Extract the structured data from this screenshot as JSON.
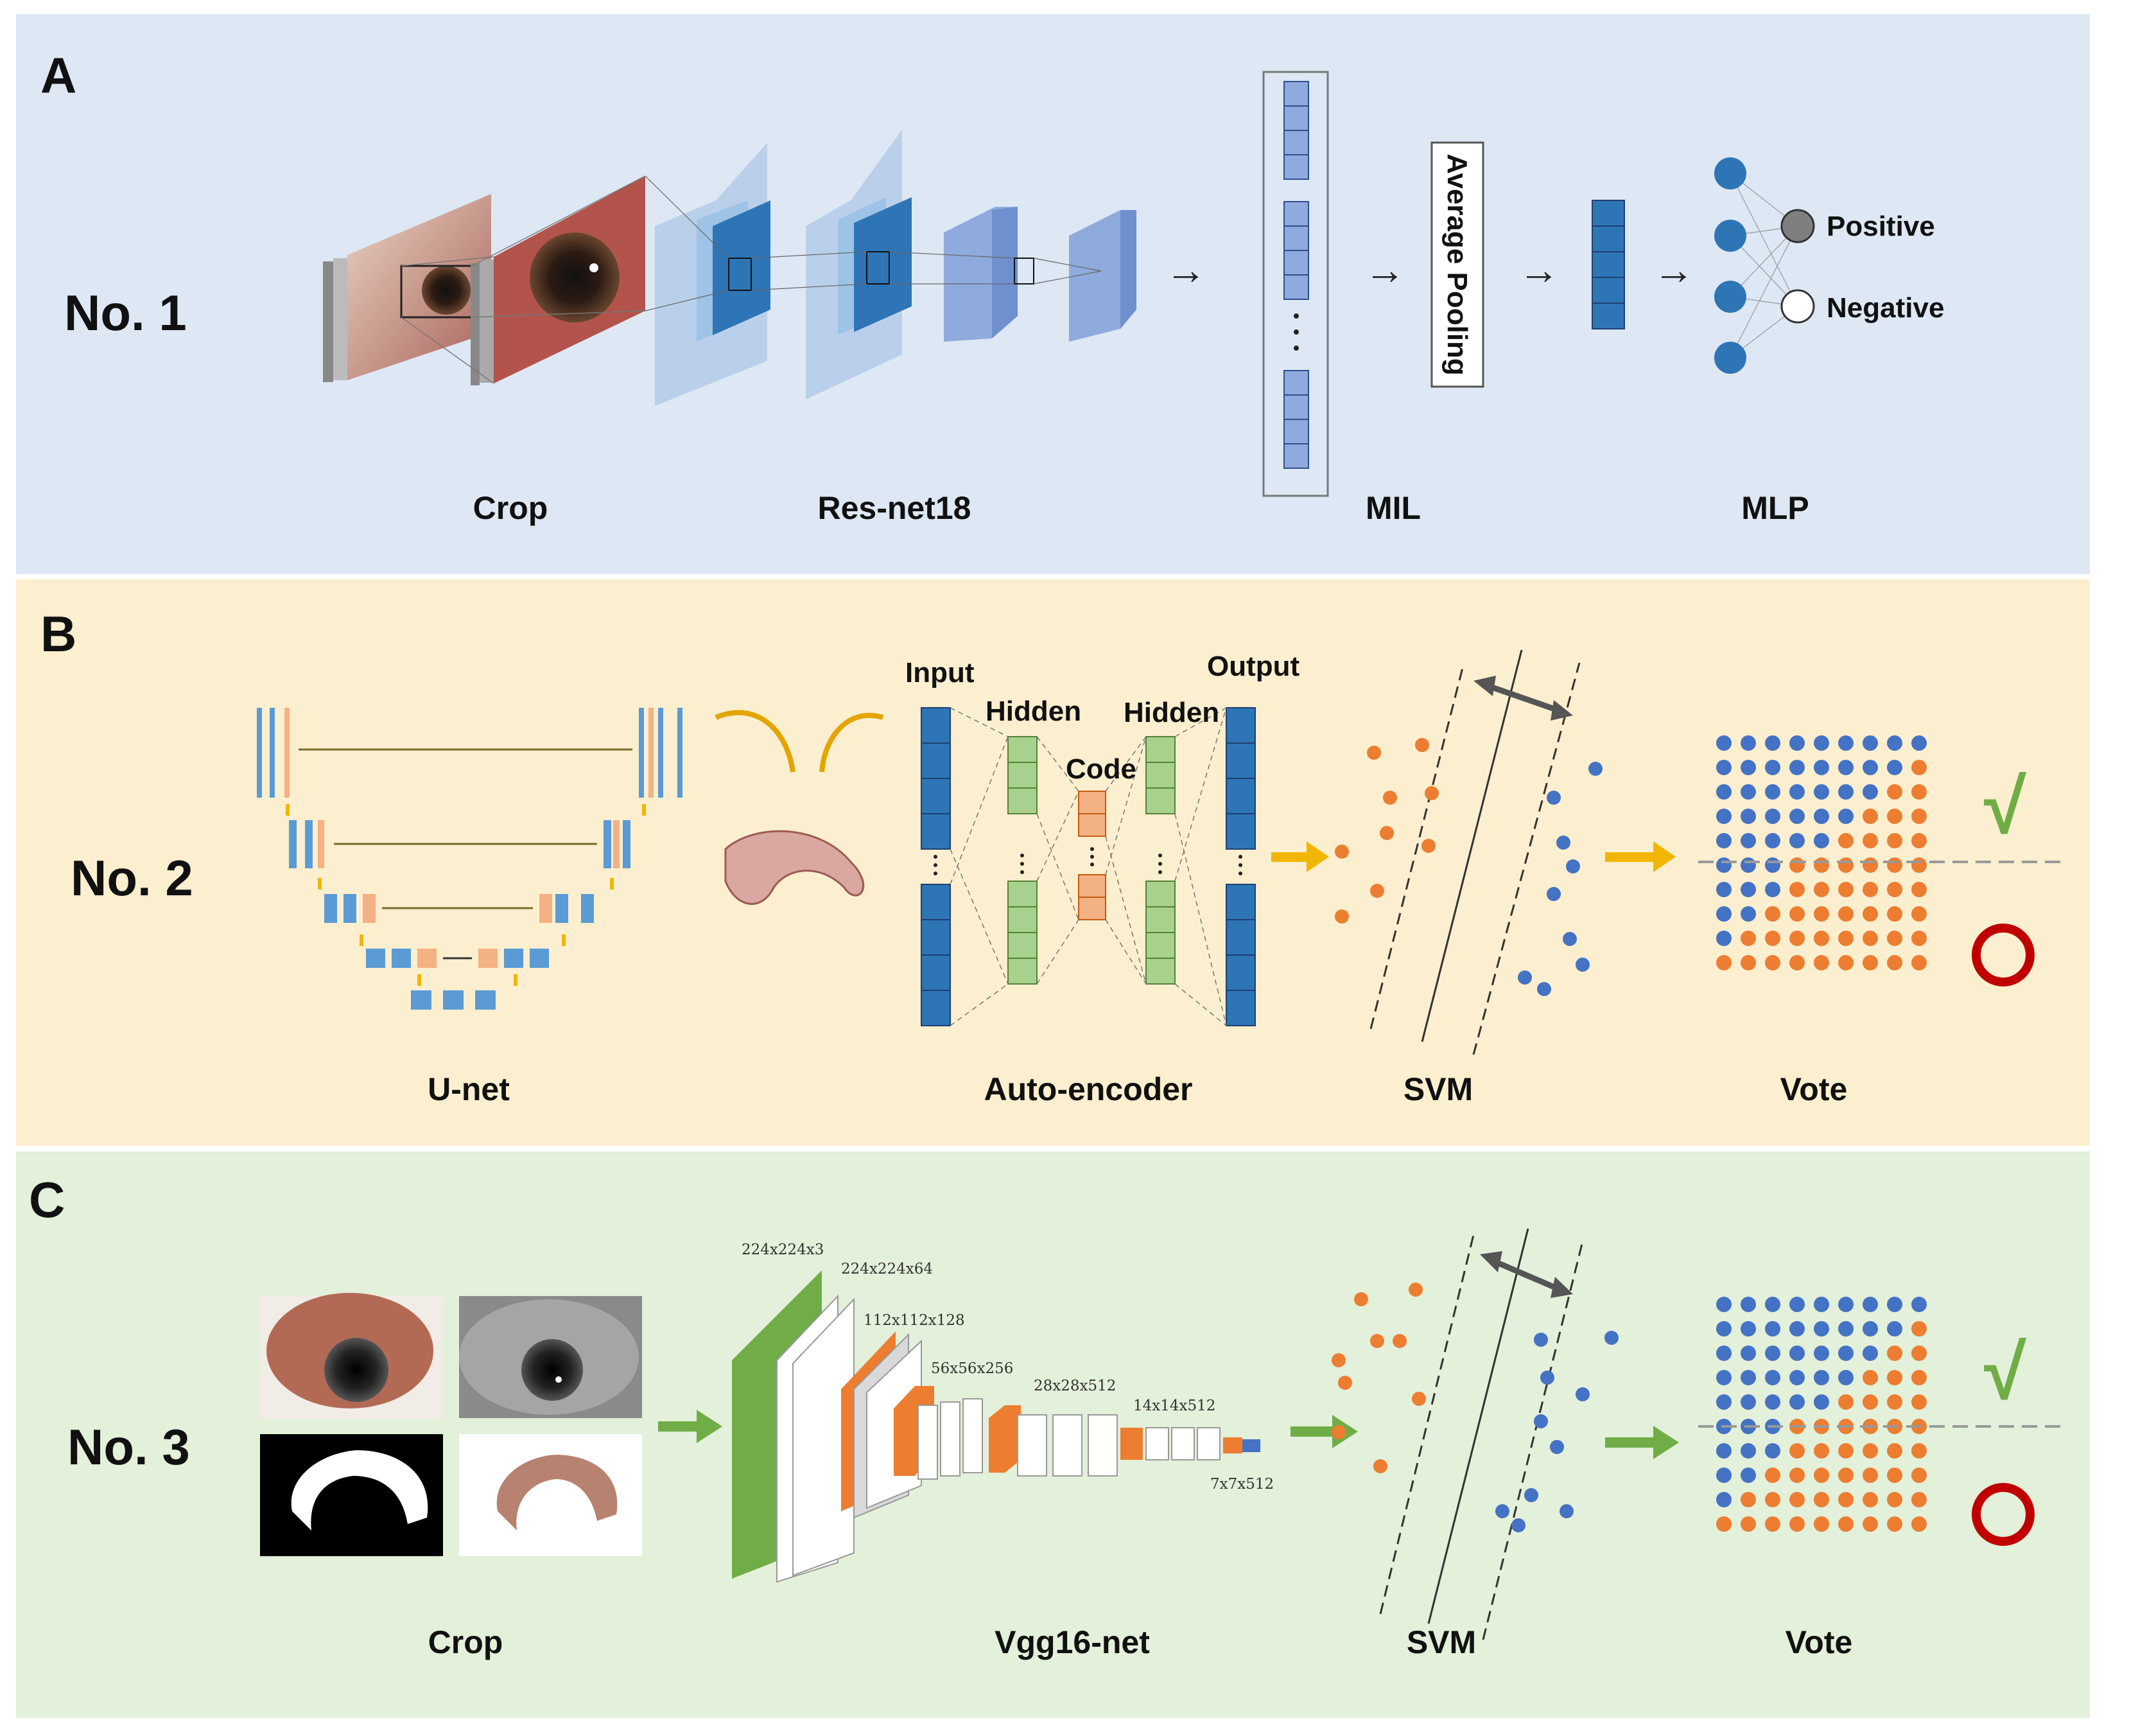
{
  "panel_a": {
    "label": "A",
    "row_label": "No. 1",
    "captions": {
      "crop": "Crop",
      "resnet": "Res-net18",
      "mil": "MIL",
      "mlp": "MLP"
    },
    "pooling_label": "Average Pooling",
    "outputs": {
      "positive": "Positive",
      "negative": "Negative"
    },
    "arrow": "→"
  },
  "panel_b": {
    "label": "B",
    "row_label": "No. 2",
    "captions": {
      "unet": "U-net",
      "autoencoder": "Auto-encoder",
      "svm": "SVM",
      "vote": "Vote"
    },
    "ae_labels": {
      "input": "Input",
      "hidden1": "Hidden",
      "code": "Code",
      "hidden2": "Hidden",
      "output": "Output"
    },
    "check": "√"
  },
  "panel_c": {
    "label": "C",
    "row_label": "No. 3",
    "captions": {
      "crop": "Crop",
      "vgg": "Vgg16-net",
      "svm": "SVM",
      "vote": "Vote"
    },
    "vgg_sizes": [
      "224x224x3",
      "224x224x64",
      "112x112x128",
      "56x56x256",
      "28x28x512",
      "14x14x512",
      "7x7x512"
    ],
    "check": "√"
  },
  "colors": {
    "panel_a_bg": "#dde8f4",
    "panel_b_bg": "#fcefcf",
    "panel_c_bg": "#e3f0da",
    "blue_dot": "#4472c4",
    "orange_dot": "#ed7d31",
    "check_green": "#70ad47",
    "circle_red": "#c00000",
    "arrow_yellow": "#f2b600",
    "arrow_green": "#70ad47"
  }
}
